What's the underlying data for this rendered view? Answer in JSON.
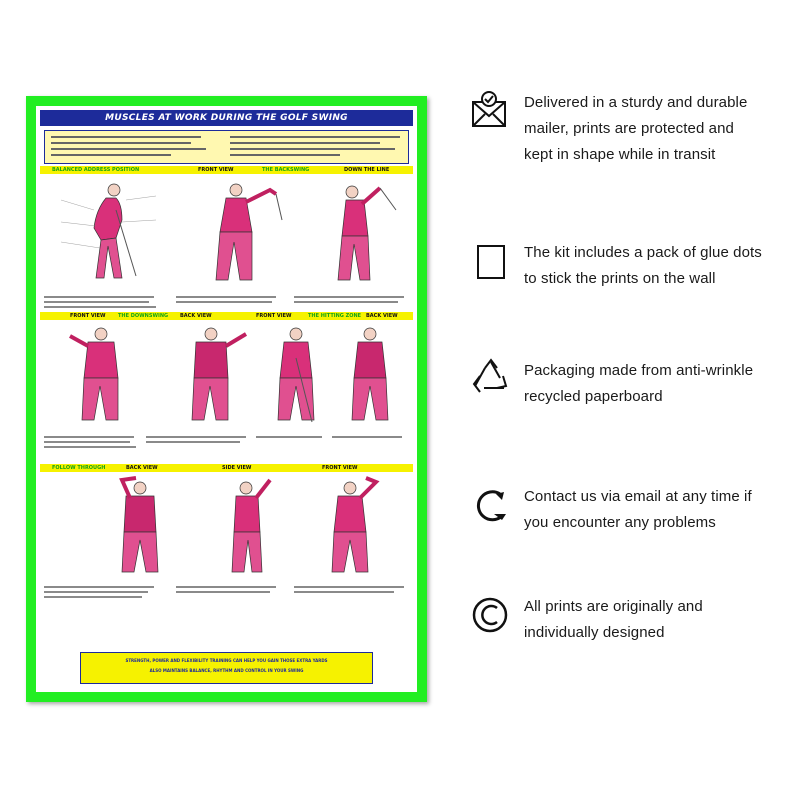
{
  "poster": {
    "title": "MUSCLES AT WORK DURING THE GOLF SWING",
    "sections": {
      "row1": [
        "BALANCED ADDRESS POSITION",
        "FRONT VIEW",
        "THE BACKSWING",
        "DOWN THE LINE"
      ],
      "row2": [
        "FRONT VIEW",
        "THE DOWNSWING",
        "BACK VIEW",
        "FRONT VIEW",
        "THE HITTING ZONE",
        "BACK VIEW"
      ],
      "row3": [
        "FOLLOW THROUGH",
        "BACK VIEW",
        "SIDE VIEW",
        "FRONT VIEW"
      ]
    },
    "footer_line1": "STRENGTH, POWER AND FLEXIBILITY TRAINING CAN HELP YOU GAIN THOSE EXTRA YARDS",
    "footer_line2": "ALSO MAINTAINS BALANCE, RHYTHM AND CONTROL IN YOUR SWING"
  },
  "features": [
    {
      "icon": "mail-check-icon",
      "text": "Delivered in a sturdy and durable mailer, prints are protected and kept in shape while in transit"
    },
    {
      "icon": "glue-dot-square-icon",
      "text": "The kit includes a pack of glue dots to stick the prints on the wall"
    },
    {
      "icon": "recycle-icon",
      "text": "Packaging made from anti-wrinkle recycled paperboard"
    },
    {
      "icon": "contact-arrow-icon",
      "text": "Contact us via email at any time if you encounter any problems"
    },
    {
      "icon": "copyright-icon",
      "text": "All prints are originally and individually designed"
    }
  ],
  "colors": {
    "poster_border": "#22ee22",
    "title_bar": "#1d2b9a",
    "section_head": "#f6f200",
    "muscle": "#d9307a"
  }
}
